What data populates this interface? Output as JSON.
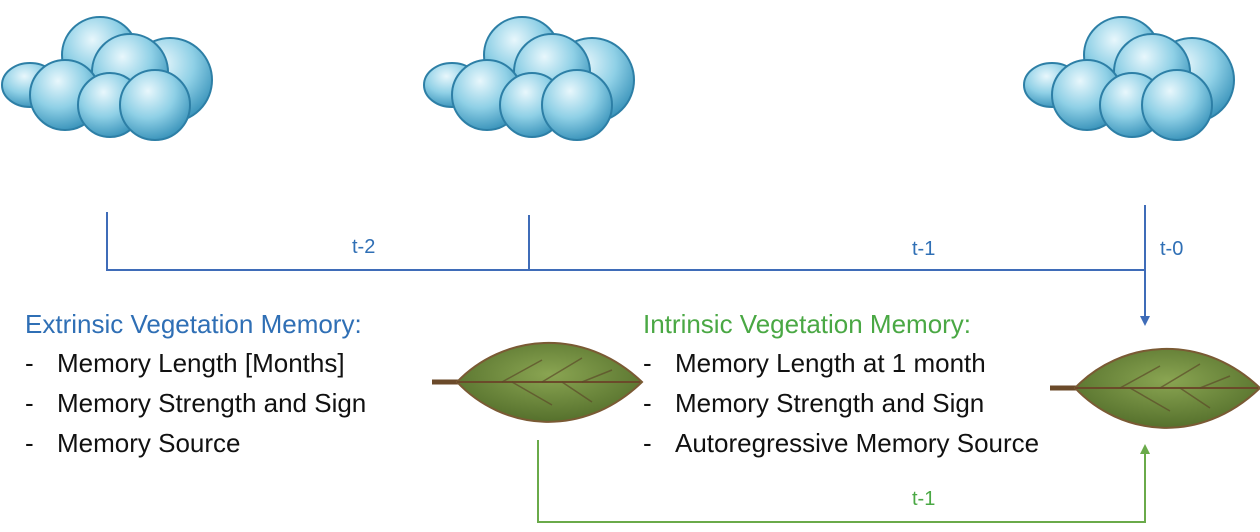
{
  "timeline": {
    "extrinsic_labels": [
      "t-2",
      "t-1",
      "t-0"
    ],
    "intrinsic_label": "t-1"
  },
  "extrinsic": {
    "title": "Extrinsic Vegetation Memory:",
    "items": [
      "Memory Length [Months]",
      "Memory Strength and Sign",
      "Memory Source"
    ]
  },
  "intrinsic": {
    "title": "Intrinsic Vegetation Memory:",
    "items": [
      "Memory Length at 1 month",
      "Memory Strength and Sign",
      "Autoregressive Memory Source"
    ]
  },
  "colors": {
    "extrinsic": "#2f6fb5",
    "intrinsic": "#4aa844",
    "cloud": "#7cc3dd",
    "leaf": "#6f8a3c"
  }
}
